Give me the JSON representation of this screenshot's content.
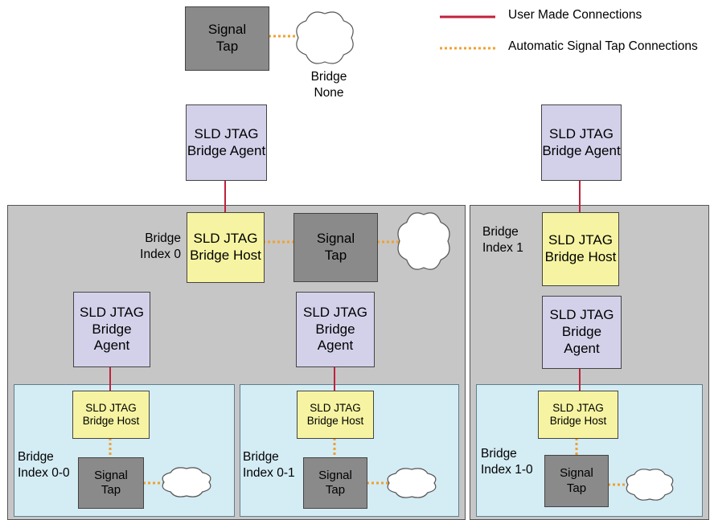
{
  "legend": {
    "user_made": "User Made Connections",
    "automatic": "Automatic Signal Tap Connections",
    "colors": {
      "user": "#c0213c",
      "auto": "#f0a030"
    }
  },
  "top": {
    "signal_tap": "Signal\nTap",
    "bridge_none": "Bridge\nNone",
    "agent_left": "SLD JTAG\nBridge Agent",
    "agent_right": "SLD JTAG\nBridge Agent"
  },
  "index0": {
    "label": "Bridge\nIndex 0",
    "host": "SLD JTAG\nBridge Host",
    "signal_tap": "Signal\nTap",
    "agent_a": "SLD JTAG\nBridge Agent",
    "agent_b": "SLD JTAG\nBridge Agent"
  },
  "index00": {
    "label": "Bridge\nIndex 0-0",
    "host": "SLD JTAG\nBridge Host",
    "signal_tap": "Signal\nTap"
  },
  "index01": {
    "label": "Bridge\nIndex 0-1",
    "host": "SLD JTAG\nBridge Host",
    "signal_tap": "Signal\nTap"
  },
  "index1": {
    "label": "Bridge\nIndex 1",
    "host": "SLD JTAG\nBridge Host",
    "agent": "SLD JTAG\nBridge Agent"
  },
  "index10": {
    "label": "Bridge\nIndex 1-0",
    "host": "SLD JTAG\nBridge Host",
    "signal_tap": "Signal\nTap"
  }
}
